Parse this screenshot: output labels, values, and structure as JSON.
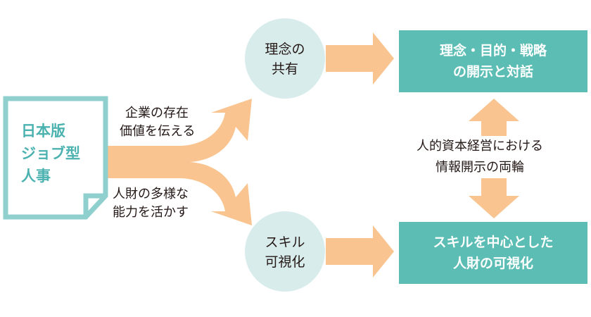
{
  "colors": {
    "arrow": "#f9c48f",
    "teal_box": "#5bbdb3",
    "circle": "#d9ecec",
    "doc_border": "#8fcfcd",
    "doc_text": "#4bb2b0",
    "text": "#231815"
  },
  "doc": {
    "line1": "日本版",
    "line2": "ジョブ型",
    "line3": "人事"
  },
  "branch_top": {
    "line1": "企業の存在",
    "line2": "価値を伝える"
  },
  "branch_bottom": {
    "line1": "人財の多様な",
    "line2": "能力を活かす"
  },
  "circle_top": {
    "line1": "理念の",
    "line2": "共有"
  },
  "circle_bottom": {
    "line1": "スキル",
    "line2": "可視化"
  },
  "box_top": {
    "line1": "理念・目的・戦略",
    "line2": "の開示と対話"
  },
  "box_bottom": {
    "line1": "スキルを中心とした",
    "line2": "人財の可視化"
  },
  "middle": {
    "line1": "人的資本経営における",
    "line2": "情報開示の両輪"
  }
}
